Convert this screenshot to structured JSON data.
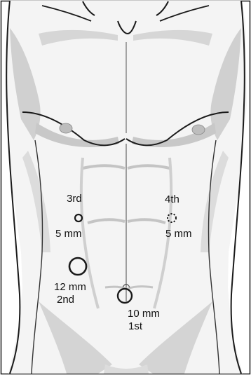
{
  "ports": [
    {
      "order": "3rd",
      "size": "5 mm",
      "style": "solid"
    },
    {
      "order": "4th",
      "size": "5 mm",
      "style": "dotted"
    },
    {
      "order": "2nd",
      "size": "12 mm",
      "style": "solid"
    },
    {
      "order": "1st",
      "size": "10 mm",
      "style": "solid"
    }
  ],
  "colors": {
    "outline": "#1a1a1a",
    "shading": "#c8c8c8",
    "light_shading": "#e2e2e2",
    "skin": "#f4f4f4",
    "port": "#1a1a1a"
  }
}
